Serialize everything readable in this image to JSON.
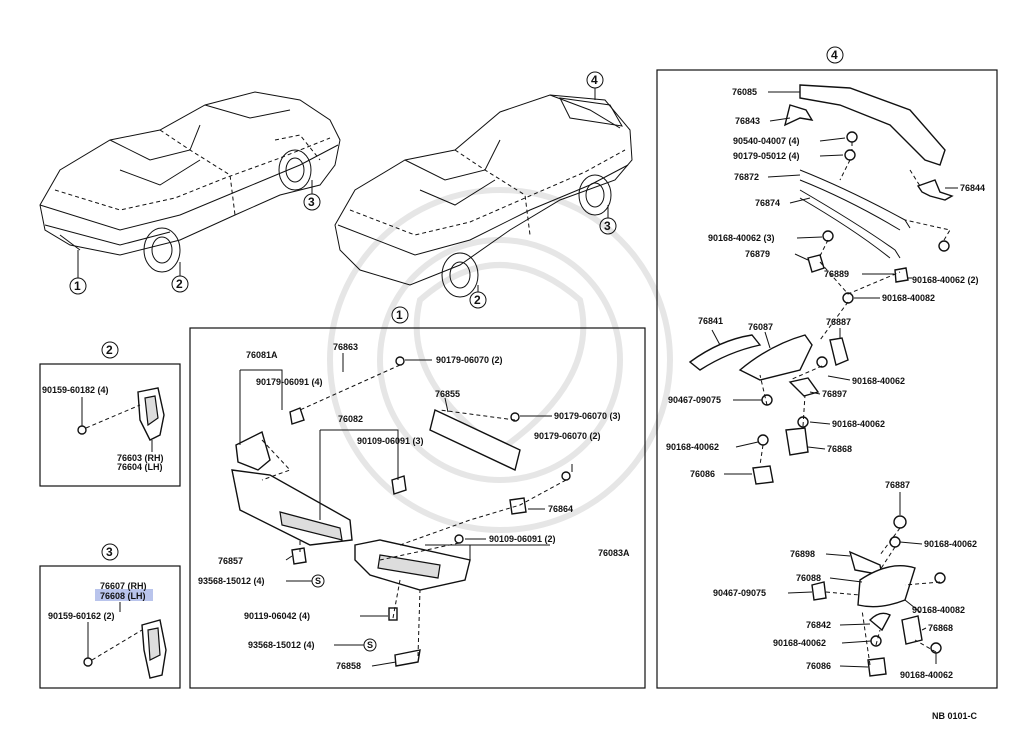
{
  "callouts": {
    "c1": "1",
    "c2": "2",
    "c3": "3",
    "c4": "4"
  },
  "main": {
    "p76081A": "76081A",
    "p76863": "76863",
    "p90179_06070_2a": "90179-06070 (2)",
    "p90179_06091_4": "90179-06091 (4)",
    "p76855": "76855",
    "p76082": "76082",
    "p90179_06070_3": "90179-06070 (3)",
    "p90109_06091_3": "90109-06091 (3)",
    "p90179_06070_2b": "90179-06070 (2)",
    "p76864": "76864",
    "p90109_06091_2": "90109-06091 (2)",
    "p76083A": "76083A",
    "p76857": "76857",
    "p93568_15012_4a": "93568-15012 (4)",
    "p90119_06042_4": "90119-06042 (4)",
    "p93568_15012_4b": "93568-15012 (4)",
    "p76858": "76858",
    "screw_mark": "S"
  },
  "box2": {
    "p90159_60182_4": "90159-60182 (4)",
    "p76603": "76603 (RH)",
    "p76604": "76604 (LH)"
  },
  "box3": {
    "p76607": "76607 (RH)",
    "p76608": "76608 (LH)",
    "p90159_60162_2": "90159-60162 (2)"
  },
  "box4": {
    "p76085": "76085",
    "p76843": "76843",
    "p90540_04007_4": "90540-04007 (4)",
    "p90179_05012_4": "90179-05012 (4)",
    "p76844": "76844",
    "p76872": "76872",
    "p76874": "76874",
    "p90168_40062_3": "90168-40062 (3)",
    "p76879": "76879",
    "p76889": "76889",
    "p90168_40062_2": "90168-40062 (2)",
    "p90168_40082_a": "90168-40082",
    "p76841": "76841",
    "p76087": "76087",
    "p76887_a": "76887",
    "p90168_40062_a": "90168-40062",
    "p90467_09075_a": "90467-09075",
    "p76897": "76897",
    "p90168_40062_b": "90168-40062",
    "p90168_40062_c": "90168-40062",
    "p76868_a": "76868",
    "p76086_a": "76086",
    "p76887_b": "76887",
    "p90168_40062_d": "90168-40062",
    "p76898": "76898",
    "p76088": "76088",
    "p90467_09075_b": "90467-09075",
    "p90168_40082_b": "90168-40082",
    "p76842": "76842",
    "p76868_b": "76868",
    "p90168_40062_e": "90168-40062",
    "p76086_b": "76086",
    "p90168_40062_f": "90168-40062"
  },
  "footer_code": "NB 0101-C",
  "colors": {
    "ink": "#111111",
    "highlight": "#b9c4ec"
  }
}
